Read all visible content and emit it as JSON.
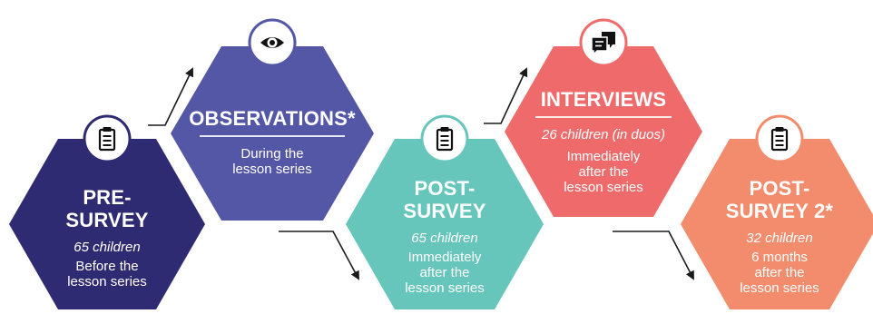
{
  "colors": {
    "pre_survey": "#2f2b73",
    "observations": "#5457a6",
    "post_survey": "#67c6bb",
    "interviews": "#ef6b6b",
    "post_survey_2": "#f28c6c",
    "arrow": "#1a1a1a",
    "icon_circle": "#ffffff"
  },
  "stages": {
    "pre_survey": {
      "title_lines": [
        "PRE-",
        "SURVEY"
      ],
      "count": "65 children",
      "timing_lines": [
        "Before the",
        "lesson series"
      ],
      "icon": "clipboard-icon"
    },
    "observations": {
      "title": "OBSERVATIONS*",
      "timing_lines": [
        "During the",
        "lesson series"
      ],
      "icon": "eye-icon"
    },
    "post_survey": {
      "title_lines": [
        "POST-",
        "SURVEY"
      ],
      "count": "65 children",
      "timing_lines": [
        "Immediately",
        "after the",
        "lesson series"
      ],
      "icon": "clipboard-icon"
    },
    "interviews": {
      "title": "INTERVIEWS",
      "count": "26 children (in duos)",
      "timing_lines": [
        "Immediately",
        "after the",
        "lesson series"
      ],
      "icon": "chat-bubbles-icon"
    },
    "post_survey_2": {
      "title_lines": [
        "POST-",
        "SURVEY 2*"
      ],
      "count": "32 children",
      "timing_lines": [
        "6 months",
        "after the",
        "lesson series"
      ],
      "icon": "clipboard-icon"
    }
  }
}
